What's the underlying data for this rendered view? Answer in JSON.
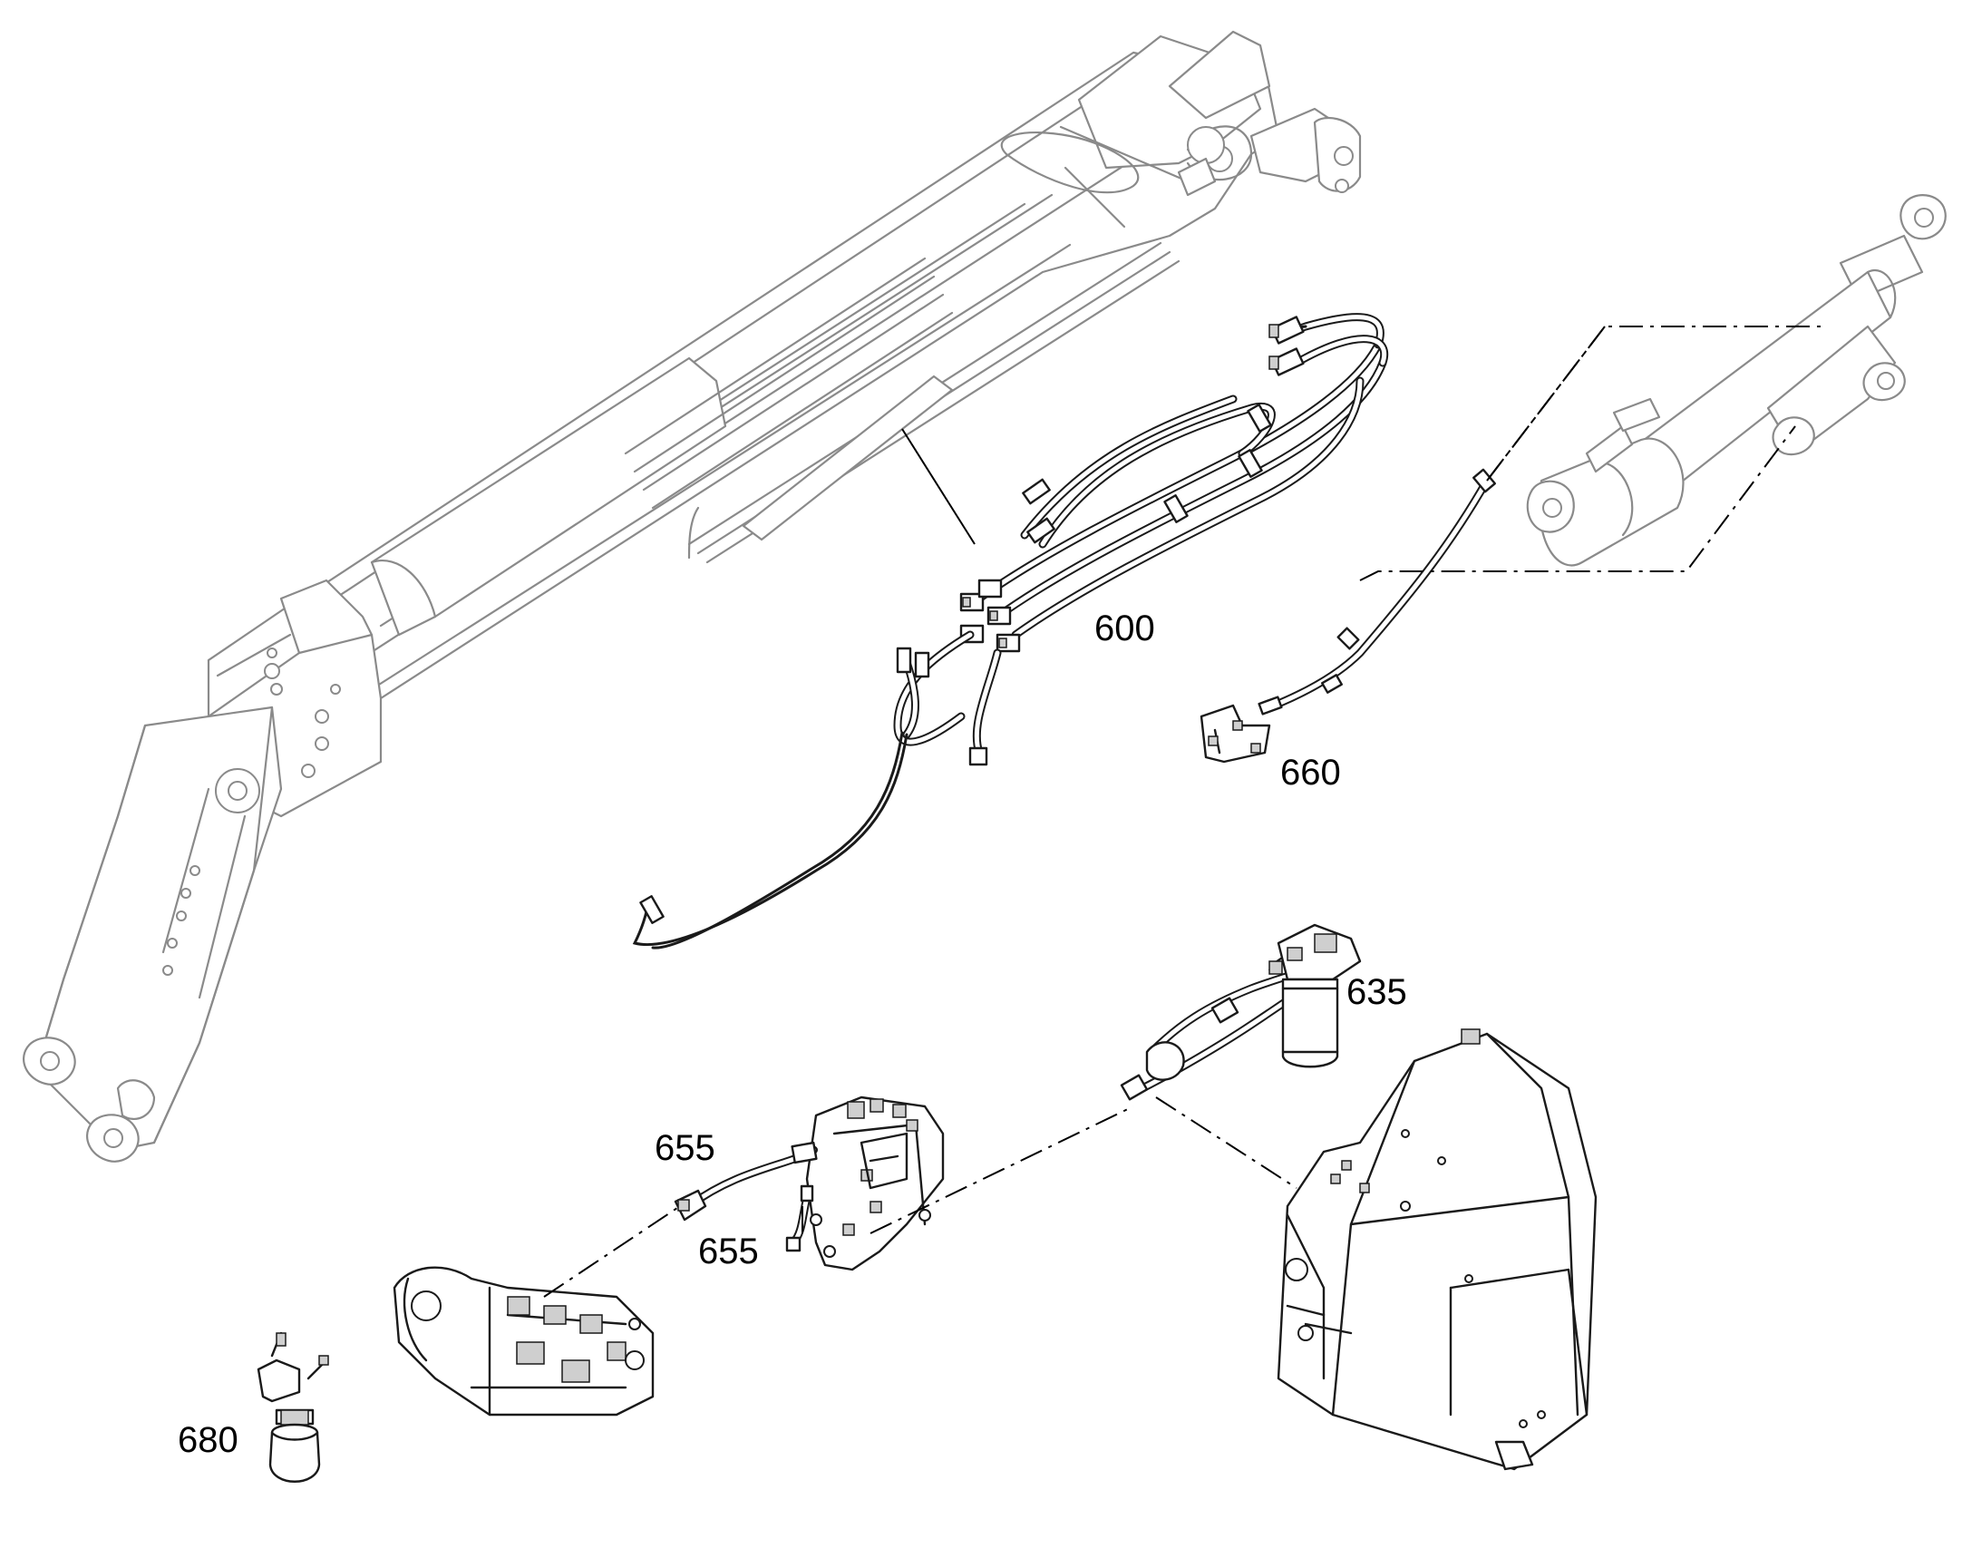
{
  "callouts": {
    "c600": "600",
    "c660": "660",
    "c635": "635",
    "c655a": "655",
    "c655b": "655",
    "c680": "680"
  },
  "colors": {
    "background": "#ffffff",
    "ghost_lines": "#8a8a8a",
    "part_lines": "#1a1a1a",
    "label_text": "#000000"
  }
}
